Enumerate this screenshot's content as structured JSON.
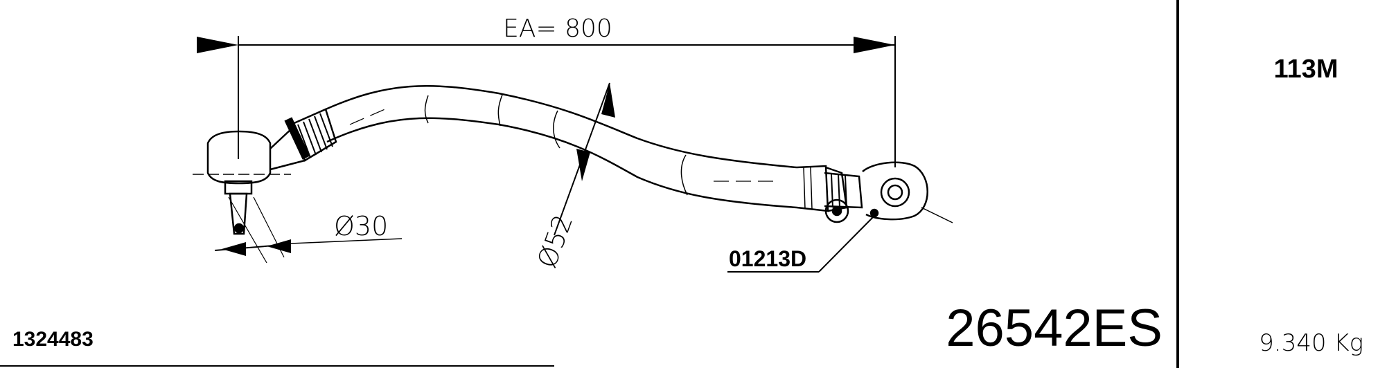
{
  "drawing": {
    "dimension_label": "EA= 800",
    "diameter_small": "Ø30",
    "diameter_large": "Ø52",
    "clamp_part_number": "01213D",
    "part_number": "26542ES",
    "oe_number": "1324483"
  },
  "side_panel": {
    "model": "113M",
    "weight": "9.340 Kg"
  }
}
